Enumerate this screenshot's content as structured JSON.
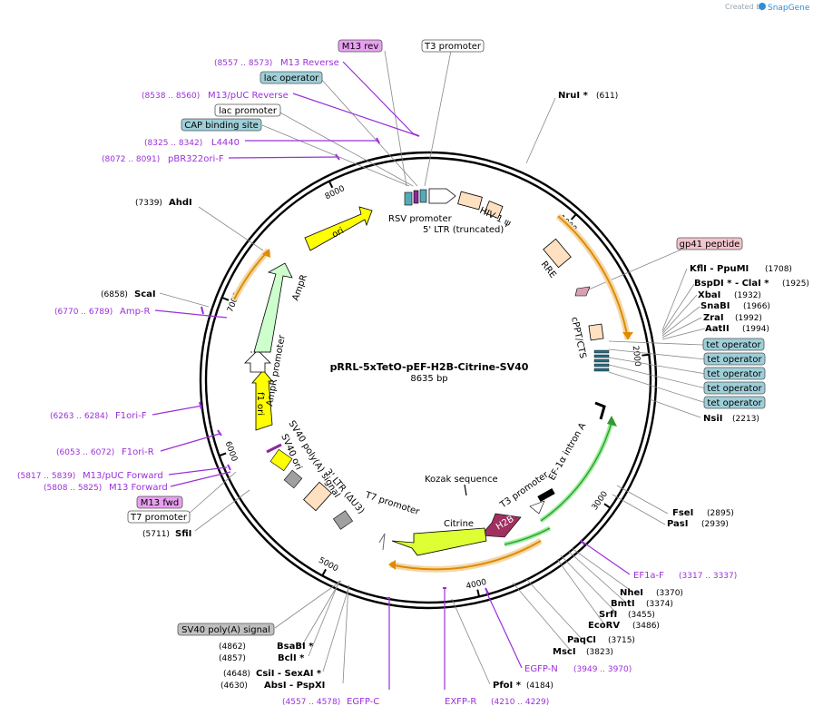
{
  "credit": {
    "text": "Created by",
    "brand": "SnapGene"
  },
  "plasmid": {
    "name": "pRRL-5xTetO-pEF-H2B-Citrine-SV40",
    "size": "8635 bp"
  },
  "ruler": [
    "1000",
    "2000",
    "3000",
    "4000",
    "5000",
    "6000",
    "7000",
    "8000"
  ],
  "boxed_labels": [
    {
      "text": "M13 rev",
      "fill": "#e8a0f0"
    },
    {
      "text": "T3 promoter",
      "fill": "#ffffff"
    },
    {
      "text": "lac operator",
      "fill": "#9ecfd9"
    },
    {
      "text": "lac promoter",
      "fill": "#ffffff"
    },
    {
      "text": "CAP binding site",
      "fill": "#9ecfd9"
    },
    {
      "text": "gp41 peptide",
      "fill": "#f2c4cc"
    },
    {
      "text": "tet operator",
      "fill": "#9ecfd9"
    },
    {
      "text": "tet operator",
      "fill": "#9ecfd9"
    },
    {
      "text": "tet operator",
      "fill": "#9ecfd9"
    },
    {
      "text": "tet operator",
      "fill": "#9ecfd9"
    },
    {
      "text": "tet operator",
      "fill": "#9ecfd9"
    },
    {
      "text": "M13 fwd",
      "fill": "#e8a0f0"
    },
    {
      "text": "T7 promoter",
      "fill": "#ffffff"
    },
    {
      "text": "SV40 poly(A) signal",
      "fill": "#c0c0c0"
    }
  ],
  "primers": [
    {
      "pos": "(8557 .. 8573)",
      "name": "M13 Reverse"
    },
    {
      "pos": "(8538 .. 8560)",
      "name": "M13/pUC Reverse"
    },
    {
      "pos": "(8325 .. 8342)",
      "name": "L4440"
    },
    {
      "pos": "(8072 .. 8091)",
      "name": "pBR322ori-F"
    },
    {
      "pos": "(6770 .. 6789)",
      "name": "Amp-R"
    },
    {
      "pos": "(6263 .. 6284)",
      "name": "F1ori-F"
    },
    {
      "pos": "(6053 .. 6072)",
      "name": "F1ori-R"
    },
    {
      "pos": "(5817 .. 5839)",
      "name": "M13/pUC Forward"
    },
    {
      "pos": "(5808 .. 5825)",
      "name": "M13 Forward"
    },
    {
      "pos": "(3317 .. 3337)",
      "name": "EF1a-F"
    },
    {
      "pos": "(3949 .. 3970)",
      "name": "EGFP-N"
    },
    {
      "pos": "(4210 .. 4229)",
      "name": "EXFP-R"
    },
    {
      "pos": "(4557 .. 4578)",
      "name": "EGFP-C"
    }
  ],
  "enzymes": [
    {
      "name": "NruI *",
      "pos": "(611)"
    },
    {
      "name": "KflI - PpuMI",
      "pos": "(1708)"
    },
    {
      "name": "BspDI * - ClaI *",
      "pos": "(1925)"
    },
    {
      "name": "XbaI",
      "pos": "(1932)"
    },
    {
      "name": "SnaBI",
      "pos": "(1966)"
    },
    {
      "name": "ZraI",
      "pos": "(1992)"
    },
    {
      "name": "AatII",
      "pos": "(1994)"
    },
    {
      "name": "NsiI",
      "pos": "(2213)"
    },
    {
      "name": "FseI",
      "pos": "(2895)"
    },
    {
      "name": "PasI",
      "pos": "(2939)"
    },
    {
      "name": "NheI",
      "pos": "(3370)"
    },
    {
      "name": "BmtI",
      "pos": "(3374)"
    },
    {
      "name": "SrfI",
      "pos": "(3455)"
    },
    {
      "name": "EcoRV",
      "pos": "(3486)"
    },
    {
      "name": "PaqCI",
      "pos": "(3715)"
    },
    {
      "name": "MscI",
      "pos": "(3823)"
    },
    {
      "name": "PfoI *",
      "pos": "(4184)"
    },
    {
      "name": "BsaBI *",
      "pos": "(4862)"
    },
    {
      "name": "BclI *",
      "pos": "(4857)"
    },
    {
      "name": "CsiI - SexAI *",
      "pos": "(4648)"
    },
    {
      "name": "AbsI - PspXI",
      "pos": "(4630)"
    },
    {
      "name": "SfiI",
      "pos": "(5711)"
    },
    {
      "name": "ScaI",
      "pos": "(6858)"
    },
    {
      "name": "AhdI",
      "pos": "(7339)"
    }
  ],
  "features": {
    "rsv": "RSV promoter",
    "ltr5": "5' LTR (truncated)",
    "hiv": "HIV-1 ψ",
    "rre": "RRE",
    "cppt": "cPPT/CTS",
    "ef1": "EF-1α intron A",
    "t3": "T3 promoter",
    "kozak": "Kozak sequence",
    "h2b": "H2B",
    "citrine": "Citrine",
    "t7": "T7 promoter",
    "ltr3": "3' LTR (ΔU3)",
    "sv40pa": "SV40 poly(A) signal",
    "sv40ori": "SV40 ori",
    "f1": "f1 ori",
    "ampp": "AmpR promoter",
    "ampr": "AmpR",
    "ori": "ori"
  },
  "colors": {
    "primer": "#9b30d9",
    "orange": "#e08a00",
    "yellow": "#ffff00",
    "green": "#ccffcc",
    "h2b": "#a03060",
    "citrine": "#ddff33",
    "peach": "#ffe0c0"
  }
}
